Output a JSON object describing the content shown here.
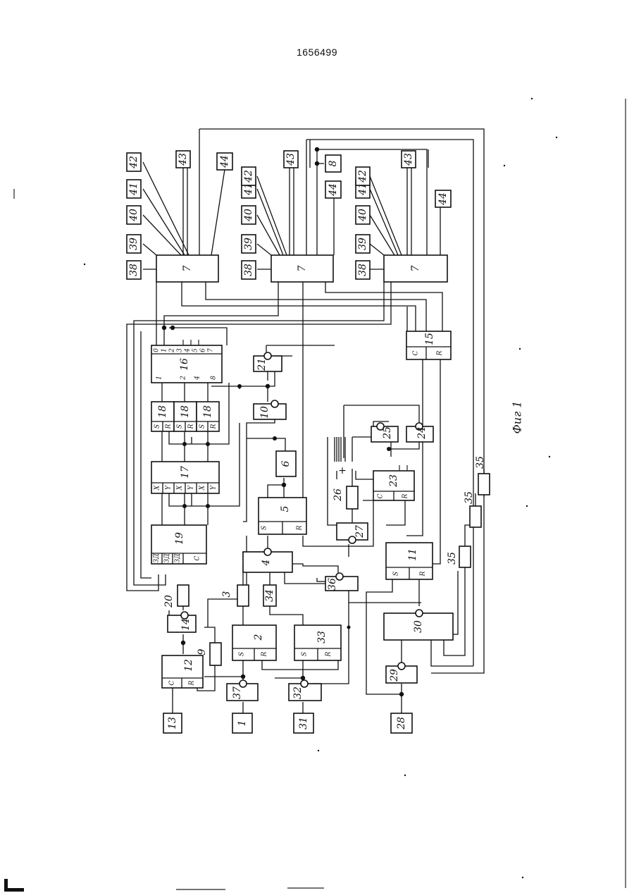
{
  "document": {
    "number": "1656499",
    "figure_caption": "Фиг 1"
  },
  "blocks": {
    "b1": "1",
    "b2": "2",
    "b3": "3",
    "b4": "4",
    "b5": "5",
    "b6": "6",
    "b7": "7",
    "b8": "8",
    "b9": "9",
    "b10": "10",
    "b11": "11",
    "b12": "12",
    "b13": "13",
    "b14": "14",
    "b15": "15",
    "b16": "16",
    "b17": "17",
    "b18": "18",
    "b19": "19",
    "b20": "20",
    "b21": "21",
    "b23": "23",
    "b24": "24",
    "b25": "25",
    "b26": "26",
    "b27": "27",
    "b28": "28",
    "b29": "29",
    "b30": "30",
    "b31": "31",
    "b32": "32",
    "b33": "33",
    "b34": "34",
    "b35": "35",
    "b36": "36",
    "b37": "37",
    "b38": "38",
    "b39": "39",
    "b40": "40",
    "b41": "41",
    "b42": "42",
    "b43": "43",
    "b44": "44"
  },
  "pins": {
    "S": "S",
    "R": "R",
    "C": "C",
    "X": "X",
    "Y": "Y",
    "p0": "0",
    "p1": "1",
    "p2": "2",
    "p3": "3",
    "p4": "4",
    "p5": "5",
    "p6": "6",
    "p7": "7",
    "p8": "8",
    "zd1": "ЗД",
    "zd2": "ЗД",
    "zd3": "ЗД",
    "plus": "+"
  }
}
